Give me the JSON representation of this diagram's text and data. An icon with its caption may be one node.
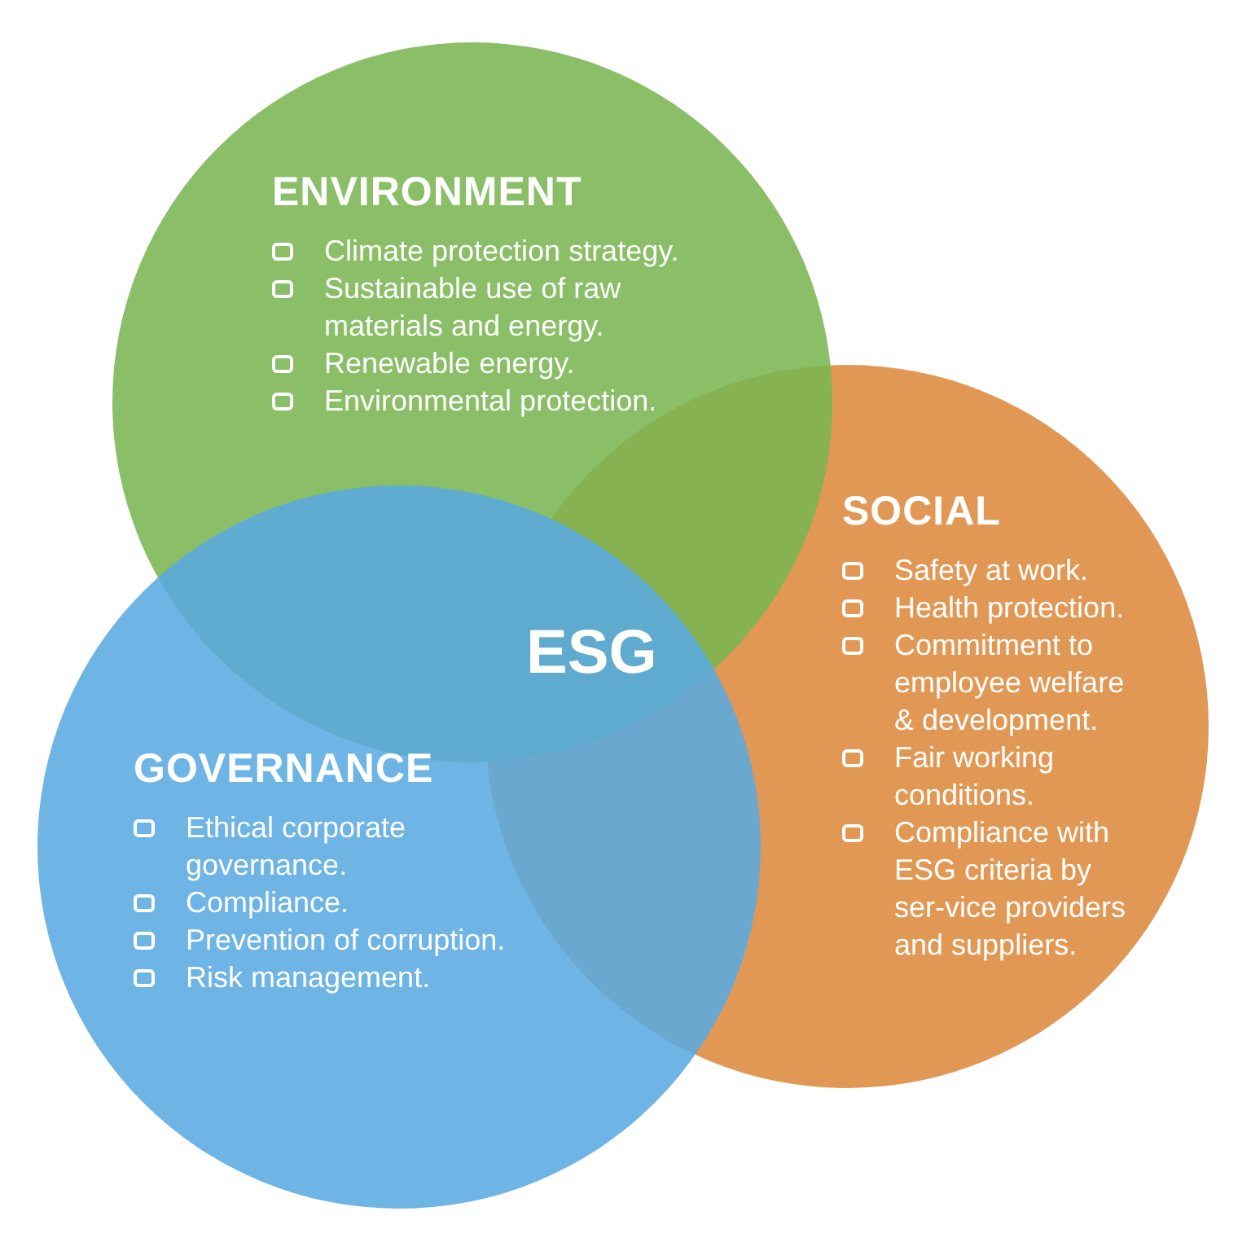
{
  "diagram": {
    "nodes": [
      {
        "text": [
          "ENVIRONMENT",
          "Climate protection strategy.",
          "Sustainable use of raw materials and energy.",
          "Renewable energy.",
          "Environmental protection."
        ]
      },
      {
        "text": [
          "SOCIAL",
          "Safety at work.",
          "Health protection.",
          "Commitment to employee welfare & development.",
          "Fair working conditions.",
          "Compliance with ESG criteria by ser-vice providers and suppliers."
        ]
      },
      {
        "text": [
          "GOVERNANCE",
          "Ethical corporate governance.",
          "Compliance.",
          "Prevention of corruption.",
          "Risk management."
        ]
      }
    ],
    "labels": [
      "ESG"
    ]
  }
}
